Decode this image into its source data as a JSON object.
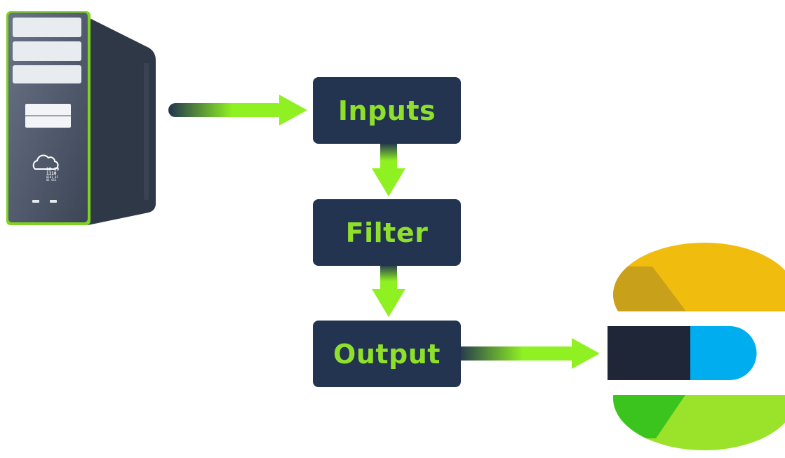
{
  "colors": {
    "box_fill": "#22344f",
    "label_text": "#8fe02a",
    "arrow_green": "#8ff022",
    "arrow_dark": "#22344f",
    "server_body": "#4a5566",
    "server_side": "#2f3847",
    "server_trim": "#7ed321",
    "elastic_yellow": "#f0bc0e",
    "elastic_yellow_dark": "#c9a01a",
    "elastic_navy": "#1f2638",
    "elastic_blue": "#00aeef",
    "elastic_green": "#9be22b",
    "elastic_green_dark": "#3cc41e"
  },
  "server": {
    "icon": "server-tower-icon",
    "cloud_icon": "cloud-data-icon",
    "binary_text": [
      "10  10",
      "1110",
      "0101  01",
      "01   011"
    ]
  },
  "pipeline": {
    "inputs_label": "Inputs",
    "filter_label": "Filter",
    "output_label": "Output"
  },
  "destination": {
    "icon": "elasticsearch-logo-icon"
  }
}
